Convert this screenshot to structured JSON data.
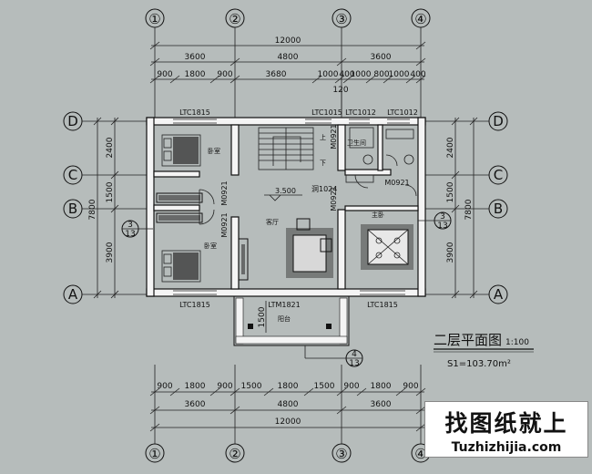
{
  "axes": {
    "columns": [
      "①",
      "②",
      "③",
      "④"
    ],
    "rows": [
      "A",
      "B",
      "C",
      "D"
    ],
    "sub_axis": "3",
    "sub_axis_ref": "13"
  },
  "dims": {
    "top_total": "12000",
    "top_spans": [
      "3600",
      "4800",
      "3600"
    ],
    "top_detail": [
      "900",
      "1800",
      "900",
      "3680",
      "1000",
      "400",
      "1000",
      "800",
      "1000",
      "400"
    ],
    "top_small": "120",
    "bottom_detail": [
      "900",
      "1800",
      "900",
      "1500",
      "1800",
      "1500",
      "900",
      "1800",
      "900"
    ],
    "bottom_spans": [
      "3600",
      "4800",
      "3600"
    ],
    "bottom_total": "12000",
    "left_total": "7800",
    "left_spans": [
      "2400",
      "1500",
      "3900"
    ],
    "right_total": "7800",
    "right_spans": [
      "2400",
      "1500",
      "3900"
    ],
    "balcony_depth": "1500"
  },
  "windows": {
    "top_left": "LTC1815",
    "top_mid": "LTC1015",
    "top_r1": "LTC1012",
    "top_r2": "LTC1012",
    "bottom_left": "LTC1815",
    "bottom_right": "LTC1815",
    "balcony": "LTM1821"
  },
  "doors": [
    "M0921",
    "M0921",
    "M0921",
    "M0921",
    "M0921"
  ],
  "hole": "洞1024",
  "elevation": "3.500",
  "rooms": {
    "bedroom_top": "卧室",
    "bedroom_bottom": "卧室",
    "living": "客厅",
    "master": "主卧",
    "bath": "卫生间",
    "balcony": "阳台",
    "stair_up": "上",
    "stair_down": "下"
  },
  "plan_title": "二层平面图",
  "plan_scale": "1:100",
  "plan_area": "S1=103.70m²",
  "section_mark": {
    "num": "4",
    "ref": "13"
  },
  "brand": {
    "name": "找图纸就上",
    "url": "Tuzhizhijia.com"
  }
}
